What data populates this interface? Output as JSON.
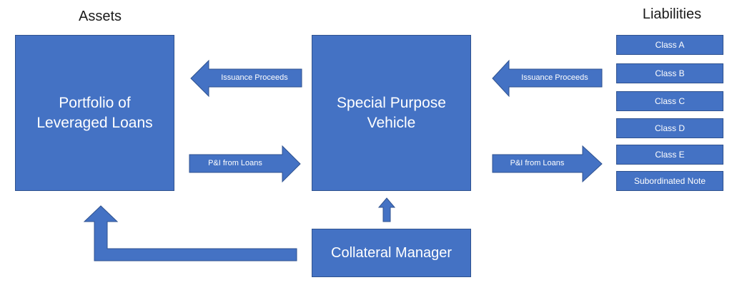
{
  "headings": {
    "assets": "Assets",
    "liabilities": "Liabilities"
  },
  "nodes": {
    "portfolio": {
      "line1": "Portfolio of",
      "line2": "Leveraged Loans"
    },
    "spv": {
      "line1": "Special Purpose",
      "line2": "Vehicle"
    },
    "collateral_manager": "Collateral Manager"
  },
  "arrows": {
    "left_issuance": "Issuance Proceeds",
    "left_pi": "P&I from Loans",
    "right_issuance": "Issuance Proceeds",
    "right_pi": "P&I from Loans"
  },
  "liabilities": [
    "Class A",
    "Class B",
    "Class C",
    "Class D",
    "Class E",
    "Subordinated Note"
  ],
  "colors": {
    "box_fill": "#4472c4",
    "box_border": "#2f528f"
  }
}
